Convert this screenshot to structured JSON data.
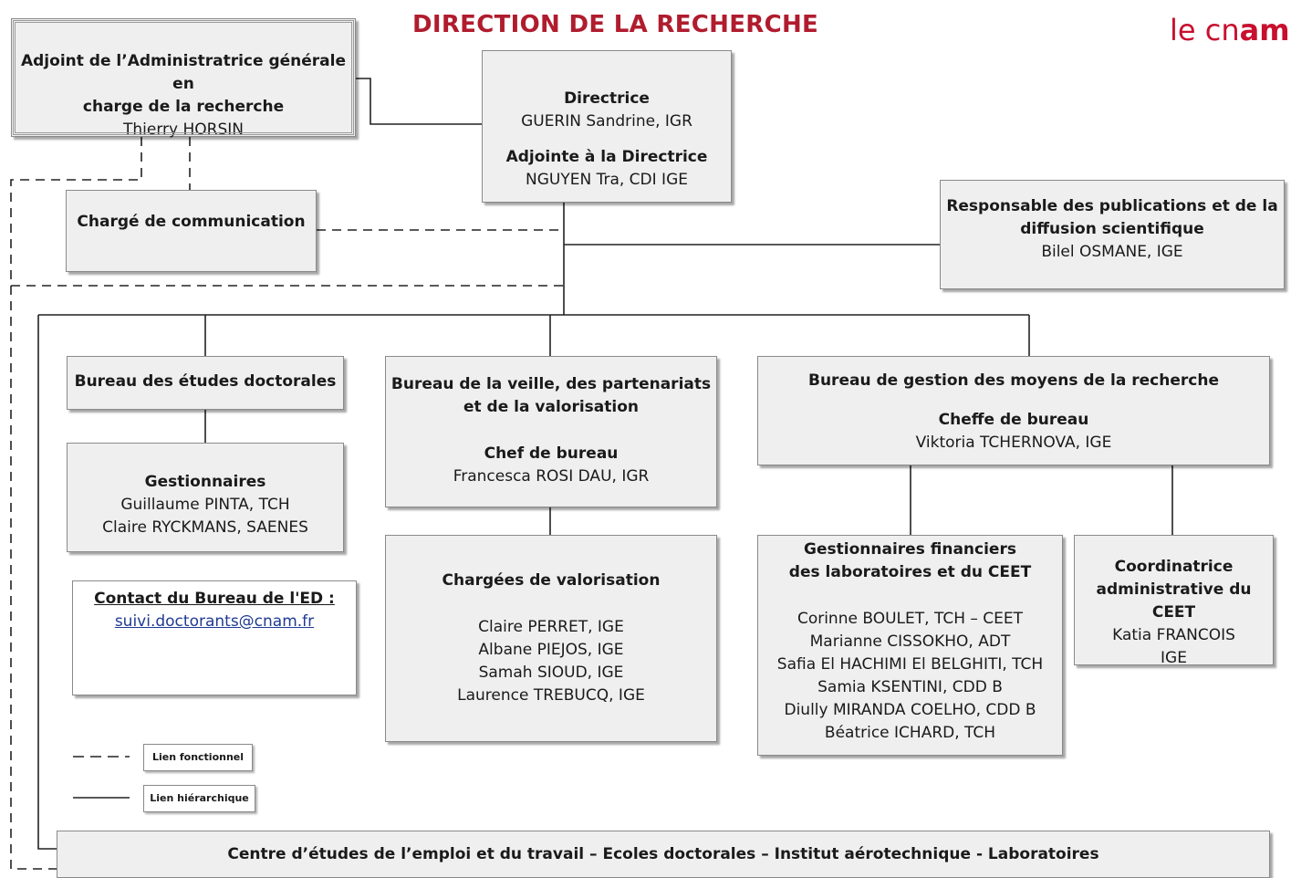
{
  "header": {
    "title": "DIRECTION DE LA RECHERCHE",
    "logo_text": "le cnam",
    "logo_part1": "le cn",
    "logo_part2": "am",
    "logo_color": "#c8102e",
    "title_color": "#b01c2e"
  },
  "adjoint": {
    "line1": "Adjoint de l’Administratrice générale en",
    "line2": "charge de la recherche",
    "name": "Thierry HORSIN"
  },
  "directrice": {
    "role": "Directrice",
    "name": "GUERIN Sandrine, IGR",
    "role2": "Adjointe à la Directrice",
    "name2": "NGUYEN Tra, CDI IGE"
  },
  "communication": {
    "role": "Chargé de communication"
  },
  "publications": {
    "line1": "Responsable des publications et de la",
    "line2": "diffusion scientifique",
    "name": "Bilel OSMANE, IGE"
  },
  "bed": {
    "title": "Bureau des études doctorales"
  },
  "bed_gestionnaires": {
    "title": "Gestionnaires",
    "members": [
      "Guillaume PINTA, TCH",
      "Claire RYCKMANS, SAENES"
    ]
  },
  "bed_contact": {
    "title": "Contact du Bureau de l'ED :",
    "email": "suivi.doctorants@cnam.fr"
  },
  "veille": {
    "line1": "Bureau de la veille, des partenariats",
    "line2": "et de la valorisation",
    "role": "Chef de bureau",
    "name": "Francesca ROSI DAU, IGR"
  },
  "valorisation": {
    "title": "Chargées de valorisation",
    "members": [
      "Claire PERRET, IGE",
      "Albane PIEJOS, IGE",
      "Samah SIOUD, IGE",
      "Laurence TREBUCQ, IGE"
    ]
  },
  "moyens": {
    "title": "Bureau de gestion des moyens  de la recherche",
    "role": "Cheffe de bureau",
    "name": "Viktoria TCHERNOVA, IGE"
  },
  "financiers": {
    "line1": "Gestionnaires financiers",
    "line2": "des laboratoires et du CEET",
    "members": [
      "Corinne BOULET, TCH – CEET",
      "Marianne CISSOKHO, ADT",
      "Safia El HACHIMI El BELGHITI, TCH",
      "Samia KSENTINI, CDD B",
      "Diully MIRANDA COELHO, CDD B",
      "Béatrice ICHARD, TCH"
    ]
  },
  "coordinatrice": {
    "line1": "Coordinatrice",
    "line2": "administrative du CEET",
    "name": "Katia FRANCOIS",
    "grade": "IGE"
  },
  "legend": {
    "functional": "Lien fonctionnel",
    "hierarchical": "Lien hiérarchique"
  },
  "bottom": {
    "text": "Centre d’études de l’emploi et du travail – Ecoles doctorales – Institut aérotechnique - Laboratoires"
  }
}
